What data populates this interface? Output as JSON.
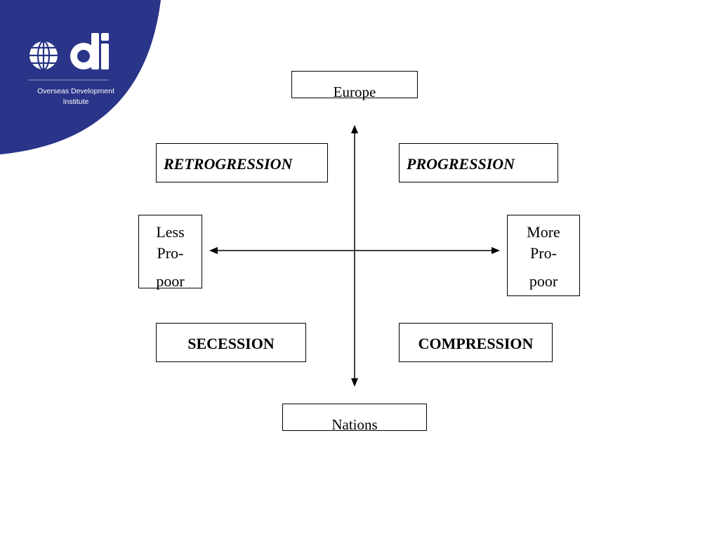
{
  "logo": {
    "mark": "odi",
    "name_line1": "Overseas Development",
    "name_line2": "Institute",
    "colors": {
      "background": "#2a3488",
      "foreground": "#ffffff"
    },
    "icon": "globe-icon"
  },
  "axes": {
    "vertical_top": "Europe",
    "vertical_bottom": "Nations",
    "horizontal_left": {
      "line1": "Less",
      "line2": "Pro-",
      "line3": "poor"
    },
    "horizontal_right": {
      "line1": "More",
      "line2": "Pro-",
      "line3": "poor"
    }
  },
  "quadrants": {
    "top_left": "RETROGRESSION",
    "top_right": "PROGRESSION",
    "bottom_left": "SECESSION",
    "bottom_right": "COMPRESSION"
  }
}
